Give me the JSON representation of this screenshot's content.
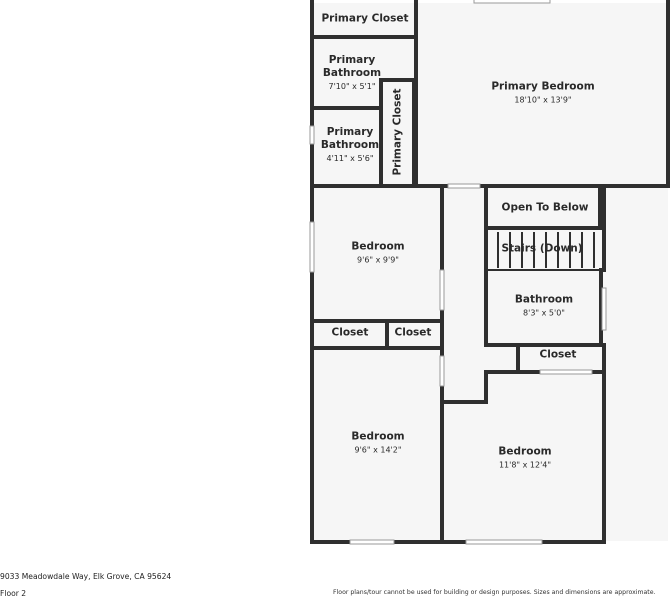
{
  "rooms": {
    "primary_closet_top": {
      "name": "Primary Closet"
    },
    "primary_bathroom_1": {
      "name": "Primary\nBathroom",
      "dims": "7'10\" x 5'1\""
    },
    "primary_bathroom_2": {
      "name": "Primary\nBathroom",
      "dims": "4'11\" x 5'6\""
    },
    "primary_closet_vertical": {
      "name": "Primary Closet"
    },
    "primary_bedroom": {
      "name": "Primary Bedroom",
      "dims": "18'10\" x 13'9\""
    },
    "open_to_below": {
      "name": "Open To Below"
    },
    "stairs": {
      "name": "Stairs (Down)"
    },
    "bedroom_1": {
      "name": "Bedroom",
      "dims": "9'6\" x 9'9\""
    },
    "bathroom": {
      "name": "Bathroom",
      "dims": "8'3\" x 5'0\""
    },
    "closet_left": {
      "name": "Closet"
    },
    "closet_middle": {
      "name": "Closet"
    },
    "closet_right": {
      "name": "Closet"
    },
    "bedroom_2": {
      "name": "Bedroom",
      "dims": "9'6\" x 14'2\""
    },
    "bedroom_3": {
      "name": "Bedroom",
      "dims": "11'8\" x 12'4\""
    }
  },
  "footer": {
    "address": "9033 Meadowdale Way, Elk Grove, CA 95624",
    "floor": "Floor 2",
    "disclaimer": "Floor plans/tour cannot be used for building or design purposes. Sizes and dimensions are approximate."
  }
}
